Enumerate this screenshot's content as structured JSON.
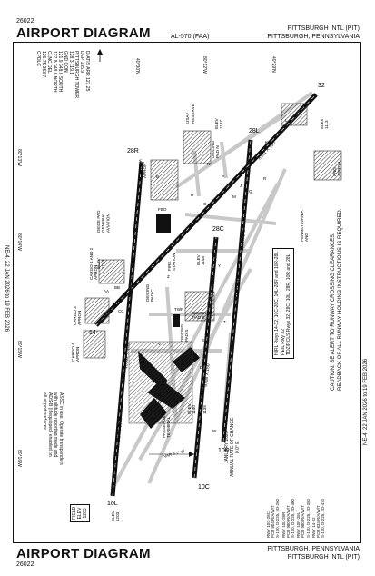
{
  "header": {
    "number": "26022",
    "title": "AIRPORT DIAGRAM",
    "ident_note": "AL-570 (FAA)",
    "airport_name": "PITTSBURGH INTL (PIT)",
    "city": "PITTSBURGH, PENNSYLVANIA"
  },
  "footer": {
    "number": "26022",
    "title": "AIRPORT DIAGRAM",
    "city": "PITTSBURGH, PENNSYLVANIA",
    "airport_name": "PITTSBURGH INTL (PIT)"
  },
  "cycle": {
    "left": "NE-4, 22 JAN 2026  to  19 FEB 2026",
    "right": "NE-4, 22 JAN 2026  to  19 FEB 2026"
  },
  "frequencies": [
    "D-ATIS ARR 127.25",
    "DEP 135.9",
    "PITTSBURGH TOWER",
    "128.3   119.1",
    "GND CON",
    "121.9  348.6 SOUTH",
    "127.8  348.6 NORTH",
    "CLNC DEL",
    "126.75   353.7",
    "CPDLC"
  ],
  "coordinates": {
    "lat_top": "40°30'N",
    "lat_right": "40°29'N",
    "lon_top": "80°12'W",
    "lon_left1": "80°13'W",
    "lon_left2": "80°14'W",
    "lon_left3": "80°15'W",
    "lon_left4": "80°16'W"
  },
  "caution": {
    "line1": "CAUTION: BE ALERT TO RUNWAY CROSSING CLEARANCES.",
    "line2": "READBACK OF ALL RUNWAY HOLDING INSTRUCTIONS IS REQUIRED."
  },
  "hirl_note": {
    "line1": "HIRL Rwys 14-32, 10C-28C, 10L-28R and 10R-28L",
    "line2": "REIL Rwy 32",
    "line3": "TDZ/RCLS Rwys 32, 28C, 10L, 28R, 10R and 28L"
  },
  "assc": {
    "line1": "ASSC in use. Operate transponders",
    "line2": "with altitude reporting mode and",
    "line3": "ADS-B (if equipped) enabled on",
    "line4": "all airport surfaces"
  },
  "magvar": {
    "line1": "JANUARY 2025",
    "line2": "ANNUAL RATE OF CHANGE",
    "line3": "0.0° E",
    "var": "VAR 9.1° W"
  },
  "field_elev": {
    "line1": "FIELD",
    "line2": "ELEV",
    "line3": "1203"
  },
  "strengths": [
    {
      "rwy": "RWY 10C-28C",
      "l1": "PCR 804 R/A/W/T",
      "l2": "S-100, D-225, 2D-260"
    },
    {
      "rwy": "RWY 10L-28R",
      "l1": "PCR 980 R/A/W/T",
      "l2": "S-100, D-225, 2D-400"
    },
    {
      "rwy": "RWY 10R-28L",
      "l1": "PCR 980 R/A/W/T",
      "l2": "S-100, D-225, 2D-350"
    },
    {
      "rwy": "RWY 14-32",
      "l1": "PCR 833 R/A/W/T",
      "l2": "S-100, D-225, 2D-410"
    }
  ],
  "labels": {
    "usaf": "USAF",
    "reserve": "RESERVE",
    "deicing_pad_n": "DEICING\nPAD N",
    "cargo_a": "CARGO A\nAPRON",
    "fbo": "FBO",
    "deice_pad": "DEICE PAD\nGENERAL\nAVIATION",
    "cargo12": "CARGO 1 AND 2\nAPRON",
    "cargo3": "CARGO 3\nAPRON",
    "cargo4": "CARGO 4\nAPRON",
    "deicing_pad_e": "DEICING\nPAD E",
    "fire_station": "FIRE\nSTATION",
    "deicing_pad_c": "DEICING\nPAD C",
    "deicing_pad_s": "DEICING\nPAD S",
    "twr": "TWR",
    "passenger": "PASSENGER\nTERMINAL",
    "ang_apron": "ANG\nAPRON",
    "penn_ang": "PENNSYLVANIA\nANG",
    "elev_1137": "ELEV\n1137",
    "elev_1113": "ELEV\n1113",
    "elev_1174": "ELEV\n1174",
    "elev_1140": "ELEV\n1140",
    "elev_1135": "ELEV\n1135",
    "elev_1148": "ELEV\n1148",
    "elev_1203": "ELEV\n1203",
    "rwy_10r28l_dim": "10775 X 150",
    "rwy_10c28c_dim": "9708 X 150",
    "rwy_10l28r_dim": "10502 X 150",
    "rwy_14_32_dim": "8101 X 150",
    "rwy_28r_hdg": "281.1°",
    "rwy_10l_hdg": "101.1°",
    "rwy_14_hdg": "141.2°",
    "rwy_32_hdg": "321.2°",
    "declared": "0.5% DOWN",
    "rwy_ext": "1500 X 240"
  },
  "runways": [
    "10L",
    "28R",
    "10C",
    "28C",
    "10R",
    "28L",
    "14",
    "32"
  ],
  "taxiways": [
    "A",
    "B",
    "C",
    "D",
    "E",
    "F",
    "G",
    "H",
    "J",
    "K",
    "L",
    "M",
    "N",
    "P",
    "Q",
    "R",
    "S",
    "T",
    "V",
    "W",
    "Y",
    "Z",
    "AA",
    "BB",
    "CC",
    "A1",
    "A2",
    "A3",
    "A4",
    "B1",
    "B2",
    "B3",
    "D1",
    "D2",
    "D3",
    "E1",
    "E2",
    "E3",
    "F1",
    "F2",
    "F3",
    "F4",
    "N1",
    "V1",
    "V2",
    "V3",
    "W1"
  ]
}
